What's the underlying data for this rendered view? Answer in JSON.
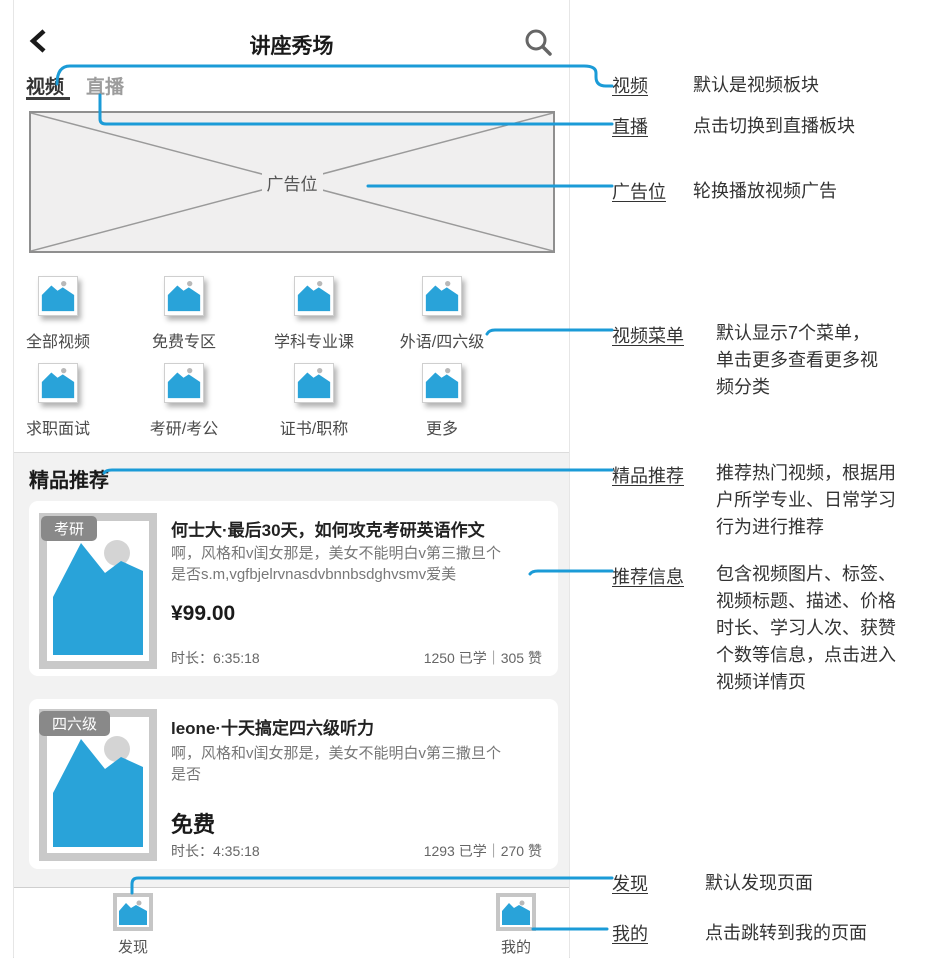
{
  "app": {
    "title": "讲座秀场",
    "tabs": [
      {
        "label": "视频",
        "active": true
      },
      {
        "label": "直播",
        "active": false
      }
    ],
    "ad_label": "广告位",
    "menu": [
      "全部视频",
      "免费专区",
      "学科专业课",
      "外语/四六级",
      "求职面试",
      "考研/考公",
      "证书/职称",
      "更多"
    ],
    "section": {
      "header": "精品推荐",
      "cards": [
        {
          "tag": "考研",
          "title": "何士大·最后30天，如何攻克考研英语作文",
          "desc": "啊，风格和v闺女那是，美女不能明白v第三撒旦个是否s.m,vgfbjelrvnasdvbnnbsdghvsmv爱美",
          "price": "¥99.00",
          "duration": "时长：6:35:18",
          "stats": "1250 已学｜305 赞"
        },
        {
          "tag": "四六级",
          "title": "leone·十天搞定四六级听力",
          "desc": "啊，风格和v闺女那是，美女不能明白v第三撒旦个是否",
          "price": "免费",
          "duration": "时长：4:35:18",
          "stats": "1293 已学｜270 赞"
        }
      ]
    },
    "tabbar": [
      {
        "label": "发现"
      },
      {
        "label": "我的"
      }
    ]
  },
  "annotations": [
    {
      "label": "视频",
      "desc": "默认是视频板块"
    },
    {
      "label": "直播",
      "desc": "点击切换到直播板块"
    },
    {
      "label": "广告位",
      "desc": "轮换播放视频广告"
    },
    {
      "label": "视频菜单",
      "desc": "默认显示7个菜单，\n单击更多查看更多视\n频分类"
    },
    {
      "label": "精品推荐",
      "desc": "推荐热门视频，根据用\n户所学专业、日常学习\n行为进行推荐"
    },
    {
      "label": "推荐信息",
      "desc": "包含视频图片、标签、\n视频标题、描述、价格\n时长、学习人次、获赞\n个数等信息，点击进入\n视频详情页"
    },
    {
      "label": "发现",
      "desc": "默认发现页面"
    },
    {
      "label": "我的",
      "desc": "点击跳转到我的页面"
    }
  ],
  "colors": {
    "accent": "#1b9bd7",
    "icon_blue": "#29a3d9",
    "placeholder_gray": "#b8b8b8"
  }
}
